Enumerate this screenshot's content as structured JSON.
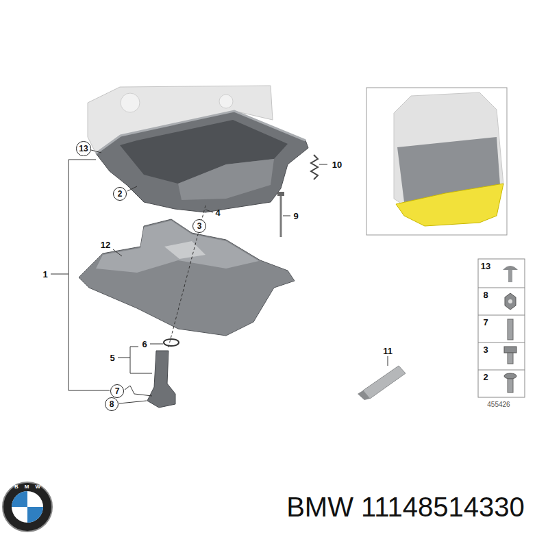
{
  "diagram": {
    "nodes": [
      {
        "text": [
          "13"
        ]
      },
      {
        "text": [
          "2"
        ]
      },
      {
        "text": [
          "3"
        ]
      },
      {
        "text": [
          "7"
        ]
      },
      {
        "text": [
          "8"
        ]
      }
    ],
    "labels": [
      "10",
      "4",
      "9",
      "12",
      "13",
      "1",
      "8",
      "7",
      "6",
      "3",
      "11",
      "5",
      "2",
      "455426",
      "BMW",
      "BMW 11148514330"
    ]
  }
}
